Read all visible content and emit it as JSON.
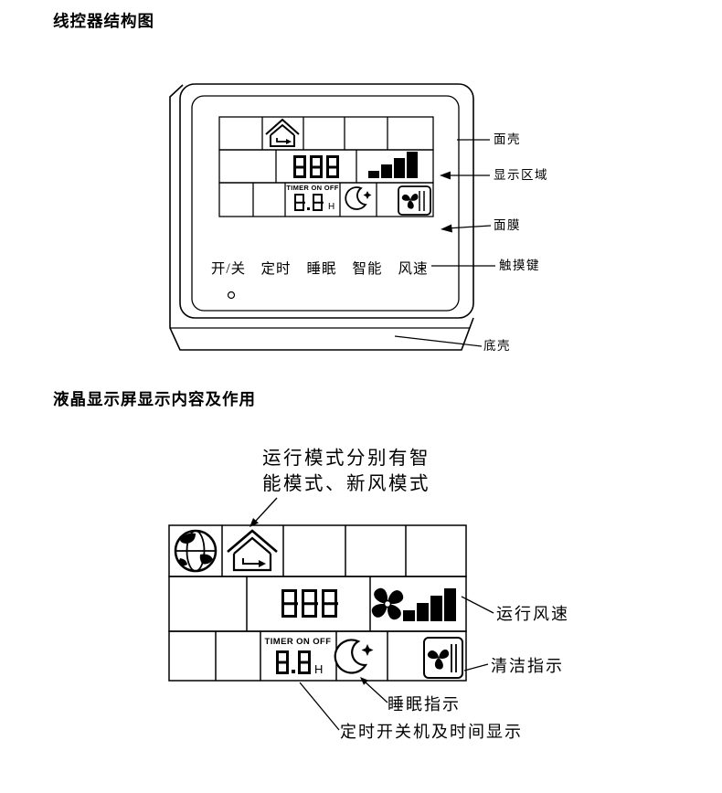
{
  "page": {
    "section1_title": "线控器结构图",
    "section2_title": "液晶显示屏显示内容及作用"
  },
  "controller": {
    "lcd": {
      "temp_display": "888",
      "timer_label": "TIMER ON OFF",
      "timer_display": "8.8",
      "timer_unit": "H"
    },
    "touch_keys": [
      "开/关",
      "定时",
      "睡眠",
      "智能",
      "风速"
    ],
    "callouts": {
      "front_shell": "面壳",
      "display_area": "显示区域",
      "face_film": "面膜",
      "touch_key": "触摸键",
      "bottom_shell": "底壳"
    }
  },
  "lcd_screen": {
    "mode_note_line1": "运行模式分别有智",
    "mode_note_line2": "能模式、新风模式",
    "temp_display": "888",
    "timer_label": "TIMER ON OFF",
    "timer_display": "8.8",
    "timer_unit": "H",
    "callouts": {
      "fan_speed": "运行风速",
      "clean": "清洁指示",
      "sleep": "睡眠指示",
      "timer": "定时开关机及时间显示"
    }
  }
}
